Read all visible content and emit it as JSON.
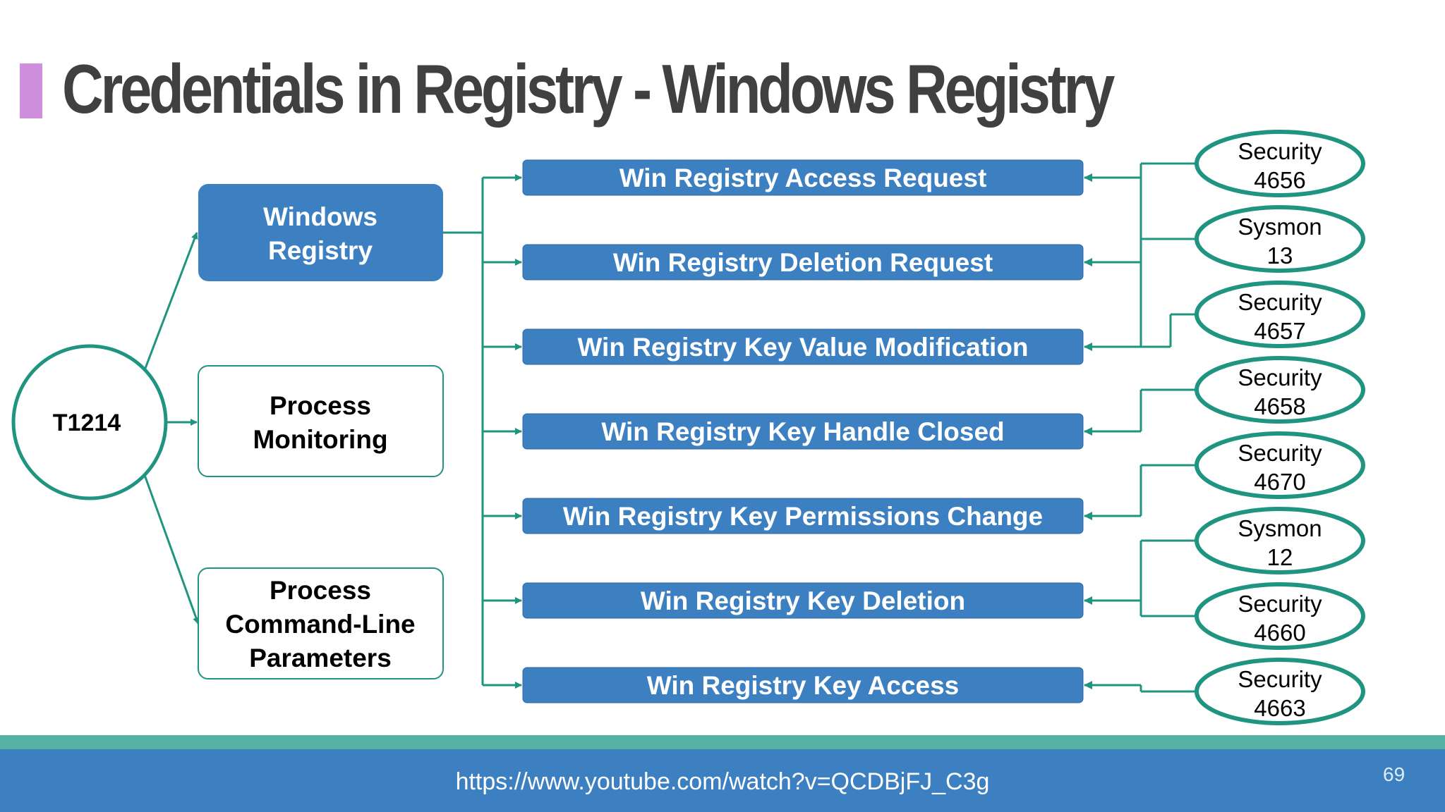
{
  "title": "Credentials in Registry - Windows Registry",
  "root_node": "T1214",
  "data_sources": [
    {
      "id": "windows-registry",
      "lines": [
        "Windows",
        "Registry"
      ],
      "filled": true
    },
    {
      "id": "process-monitoring",
      "lines": [
        "Process",
        "Monitoring"
      ],
      "filled": false
    },
    {
      "id": "process-command-line",
      "lines": [
        "Process",
        "Command-Line",
        "Parameters"
      ],
      "filled": false
    }
  ],
  "events": [
    "Win Registry Access Request",
    "Win Registry Deletion Request",
    "Win Registry Key Value Modification",
    "Win Registry Key Handle Closed",
    "Win Registry Key Permissions Change",
    "Win Registry Key Deletion",
    "Win Registry Key Access"
  ],
  "event_ids": [
    {
      "source": "Security",
      "id": "4656"
    },
    {
      "source": "Sysmon",
      "id": "13"
    },
    {
      "source": "Security",
      "id": "4657"
    },
    {
      "source": "Security",
      "id": "4658"
    },
    {
      "source": "Security",
      "id": "4670"
    },
    {
      "source": "Sysmon",
      "id": "12"
    },
    {
      "source": "Security",
      "id": "4660"
    },
    {
      "source": "Security",
      "id": "4663"
    }
  ],
  "links": [
    {
      "from_id": 0,
      "to_events": [
        0,
        1
      ]
    },
    {
      "from_id": 1,
      "to_events": [
        2
      ]
    },
    {
      "from_id": 2,
      "to_events": [
        2
      ]
    },
    {
      "from_id": 3,
      "to_events": [
        3
      ]
    },
    {
      "from_id": 4,
      "to_events": [
        4
      ]
    },
    {
      "from_id": 5,
      "to_events": [
        5
      ]
    },
    {
      "from_id": 6,
      "to_events": [
        5
      ]
    },
    {
      "from_id": 7,
      "to_events": [
        6
      ]
    }
  ],
  "footer_url": "https://www.youtube.com/watch?v=QCDBjFJ_C3g",
  "page_number": "69",
  "colors": {
    "title_accent": "#cf8fdc",
    "title_text": "#404040",
    "box_fill": "#3d80c2",
    "teal": "#1f9480",
    "footer_stripe": "#56b3a3",
    "footer_bg": "#3d80c2"
  }
}
